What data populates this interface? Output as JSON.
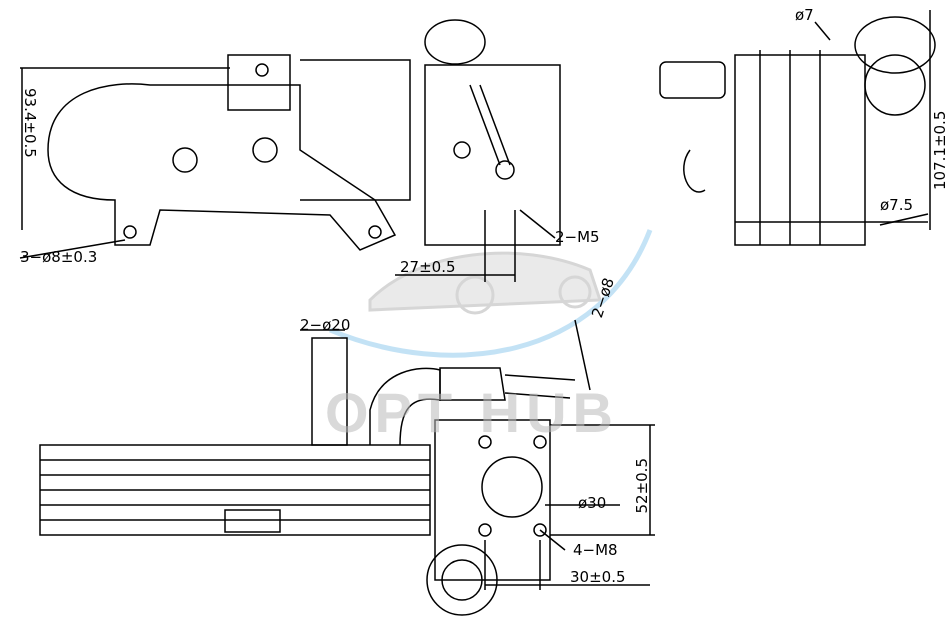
{
  "drawing": {
    "watermark": "OPT HUB",
    "side_view": {
      "height_dim": "93.4±0.5",
      "holes": "3−ø8±0.3",
      "threads": "2−M5",
      "spacing": "27±0.5"
    },
    "end_view": {
      "hole_small": "ø7",
      "hole_large": "ø7.5",
      "height_dim": "107.1±0.5"
    },
    "top_view": {
      "pipes": "2−ø20",
      "pipe_holes": "2−ø8",
      "port": "ø30",
      "flange_height": "52±0.5",
      "flange_threads": "4−M8",
      "flange_spacing": "30±0.5"
    },
    "colors": {
      "line": "#000000",
      "watermark": "#bbbbbb",
      "accent": "#4aa3e0"
    }
  }
}
